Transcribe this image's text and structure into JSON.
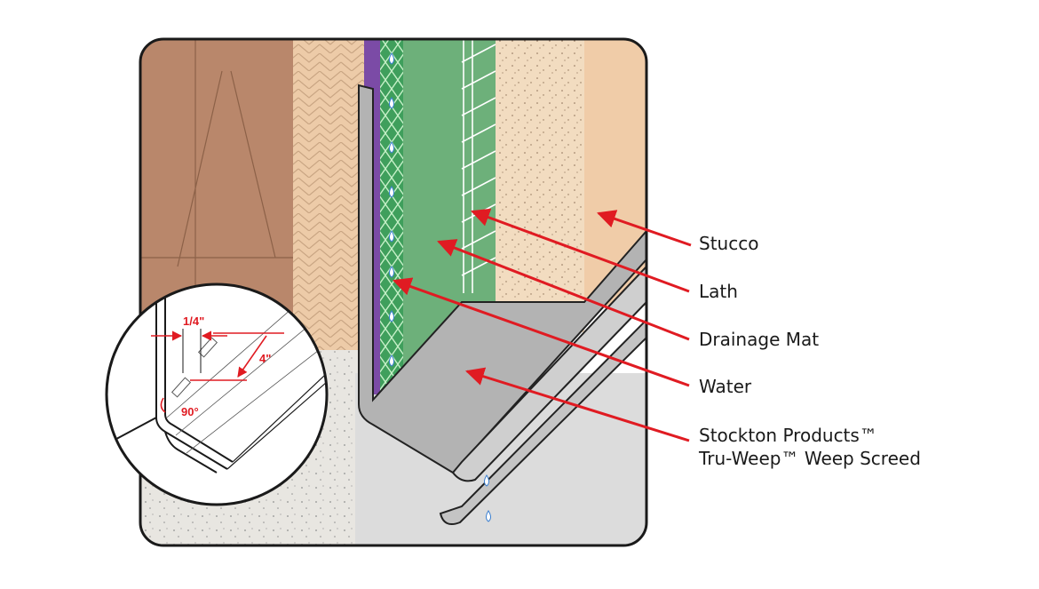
{
  "labels": {
    "stucco": "Stucco",
    "lath": "Lath",
    "drainage_mat": "Drainage Mat",
    "water": "Water",
    "product_line1": "Stockton Products™",
    "product_line2": "Tru-Weep™ Weep Screed"
  },
  "detail": {
    "gap": "1/4\"",
    "length": "4\"",
    "angle": "90°"
  },
  "colors": {
    "stucco": "#f0cca8",
    "wood_sheathing": "#b9876b",
    "drainage_mat": "#6db07a",
    "wrb": "#7b4ba6",
    "screed": "#b3b3b3",
    "foundation": "#e8e6e1",
    "arrow": "#e01b22"
  }
}
